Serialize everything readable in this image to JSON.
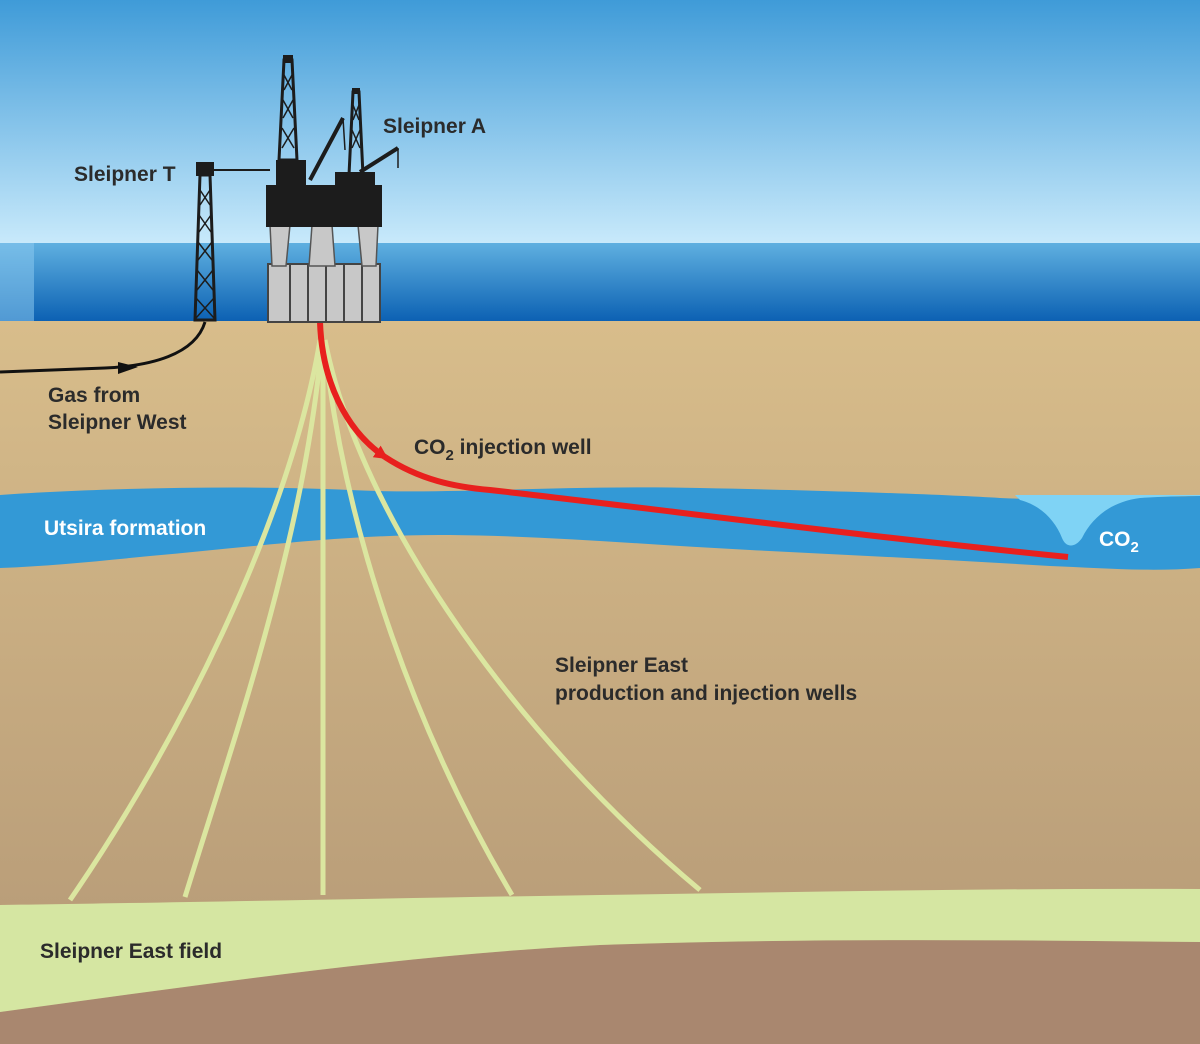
{
  "labels": {
    "sleipner_a": "Sleipner A",
    "sleipner_t": "Sleipner T",
    "gas_from_line1": "Gas from",
    "gas_from_line2": "Sleipner West",
    "injection_prefix": "CO",
    "injection_sub": "2",
    "injection_suffix": " injection well",
    "utsira": "Utsira formation",
    "co2_prefix": "CO",
    "co2_sub": "2",
    "wells_line1": "Sleipner East",
    "wells_line2": "production and injection wells",
    "field": "Sleipner East field"
  },
  "colors": {
    "sky_top": "#3f9bd8",
    "sky_bottom": "#c9eafb",
    "sea_surface": "#5fb0e0",
    "sea_deep": "#0a5fb2",
    "sediment_top": "#d8bd8b",
    "sediment_bottom": "#b39775",
    "deep_ground": "#a9876f",
    "utsira": "#3399d6",
    "co2_plume": "#7fd3f5",
    "wells": "#dbe6a0",
    "field": "#d5e6a2",
    "injection_well": "#e8201e",
    "platform": "#1c1c1c",
    "platform_legs": "#c8c8c8"
  }
}
